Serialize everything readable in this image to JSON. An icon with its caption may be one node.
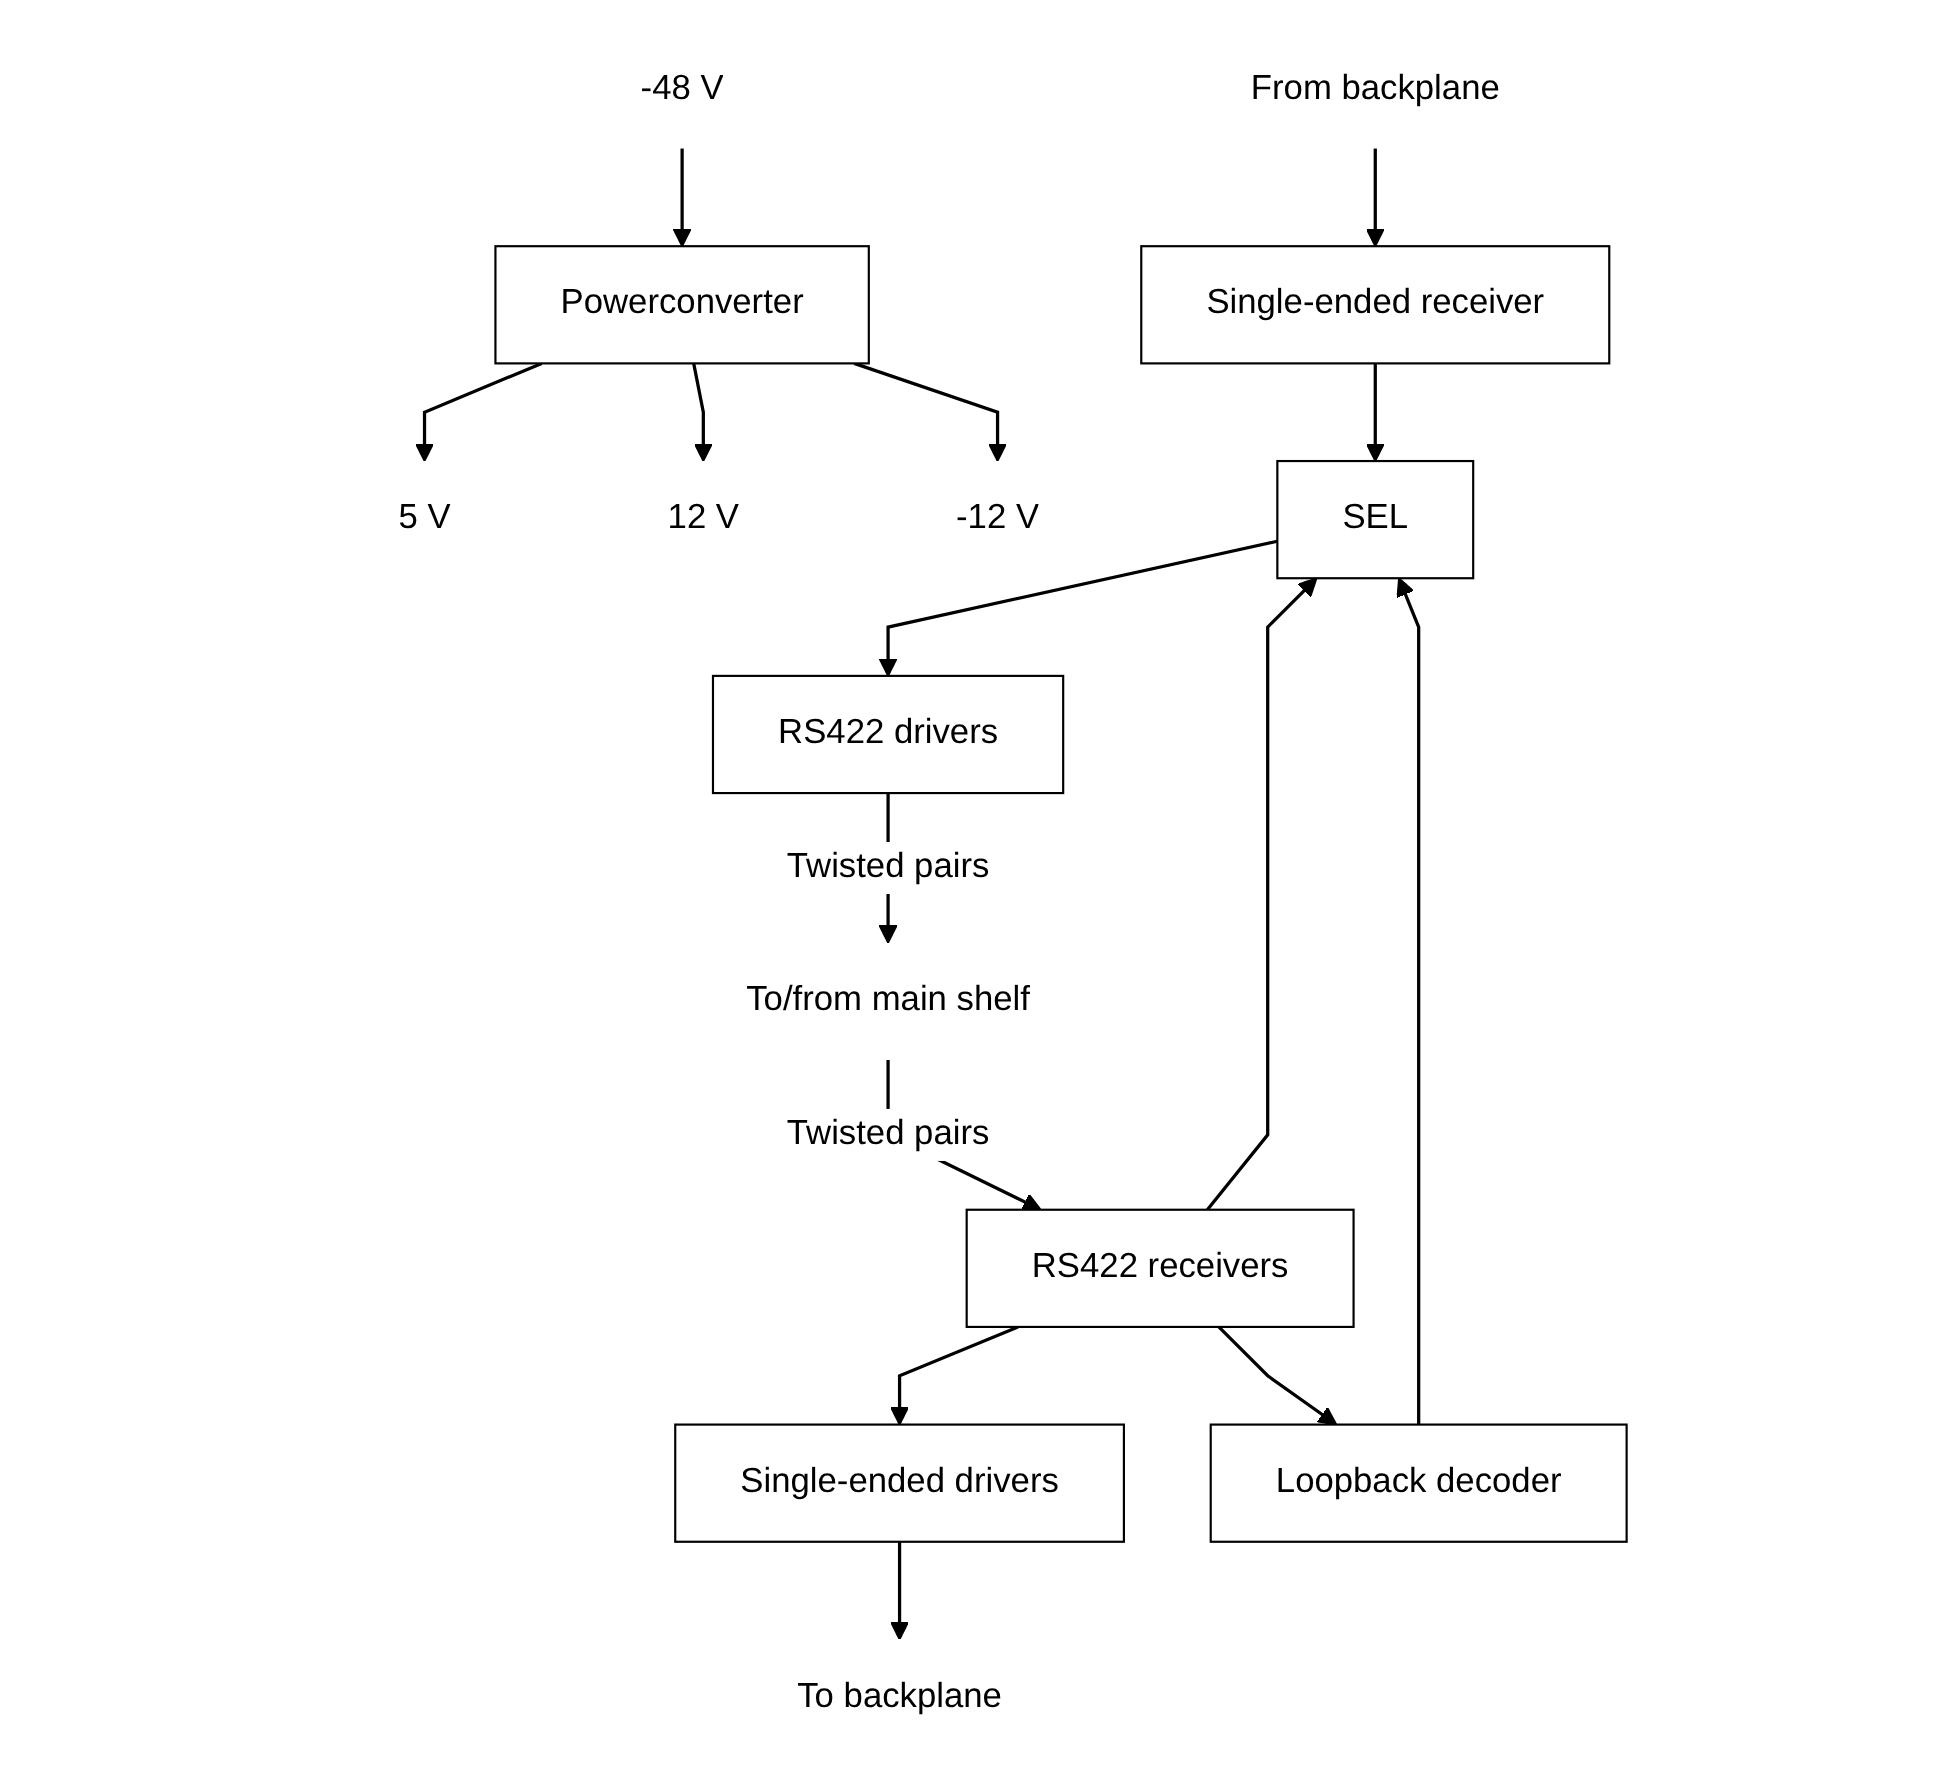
{
  "diagram": {
    "nodes": [
      {
        "text": [
          "-48  V"
        ]
      },
      {
        "text": [
          "Powerconverter"
        ]
      },
      {
        "text": [
          "5 V"
        ]
      },
      {
        "text": [
          "12 V"
        ]
      },
      {
        "text": [
          "-12  V"
        ]
      },
      {
        "text": [
          "To backplane"
        ]
      },
      {
        "text": [
          "From backplane"
        ]
      },
      {
        "text": [
          "Single-ended drivers"
        ]
      },
      {
        "text": [
          "Single-ended receiver"
        ]
      },
      {
        "text": [
          "Loopback decoder"
        ]
      },
      {
        "text": [
          "SEL"
        ]
      },
      {
        "text": [
          "RS422 receivers"
        ]
      },
      {
        "text": [
          "RS422 drivers"
        ]
      },
      {
        "text": [
          "To/from main shelf"
        ]
      }
    ],
    "edges": [
      {
        "from": 0,
        "to": 1,
        "arrow": "to"
      },
      {
        "from": 1,
        "to": 2,
        "arrow": "to"
      },
      {
        "from": 1,
        "to": 3,
        "arrow": "to"
      },
      {
        "from": 1,
        "to": 4,
        "arrow": "to"
      },
      {
        "from": 7,
        "to": 5,
        "arrow": "to"
      },
      {
        "from": 6,
        "to": 8,
        "arrow": "to"
      },
      {
        "from": 11,
        "to": 7,
        "arrow": "to"
      },
      {
        "from": 11,
        "to": 10,
        "arrow": "to"
      },
      {
        "from": 11,
        "to": 9,
        "arrow": "to"
      },
      {
        "from": 9,
        "to": 10,
        "arrow": "to"
      },
      {
        "from": 8,
        "to": 10,
        "arrow": "to"
      },
      {
        "from": 10,
        "to": 12,
        "arrow": "to"
      },
      {
        "from": 13,
        "to": 11,
        "label": "Twisted pairs",
        "arrow": "to"
      },
      {
        "from": 12,
        "to": 13,
        "label": "Twisted pairs",
        "arrow": "to"
      }
    ]
  }
}
